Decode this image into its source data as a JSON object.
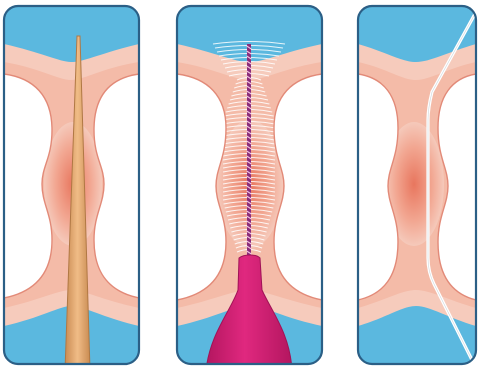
{
  "figure": {
    "panels": [
      {
        "tool": "wooden-toothpick"
      },
      {
        "tool": "interdental-brush"
      },
      {
        "tool": "dental-floss"
      }
    ]
  },
  "colors": {
    "background": "#ffffff",
    "frame_stroke": "#2b5f86",
    "gap_blue": "#5bb8df",
    "tooth_white": "#ffffff",
    "gum_light": "#f6cbbc",
    "gum_mid": "#f2a792",
    "gum_core": "#e8765e",
    "gum_edge": "#e28a78",
    "toothpick": "#e7aa72",
    "toothpick_edge": "#b07844",
    "brush_wire": "#8a2c7a",
    "brush_handle": "#d81f7a",
    "bristle": "#ffffff",
    "floss": "#ffffff"
  }
}
